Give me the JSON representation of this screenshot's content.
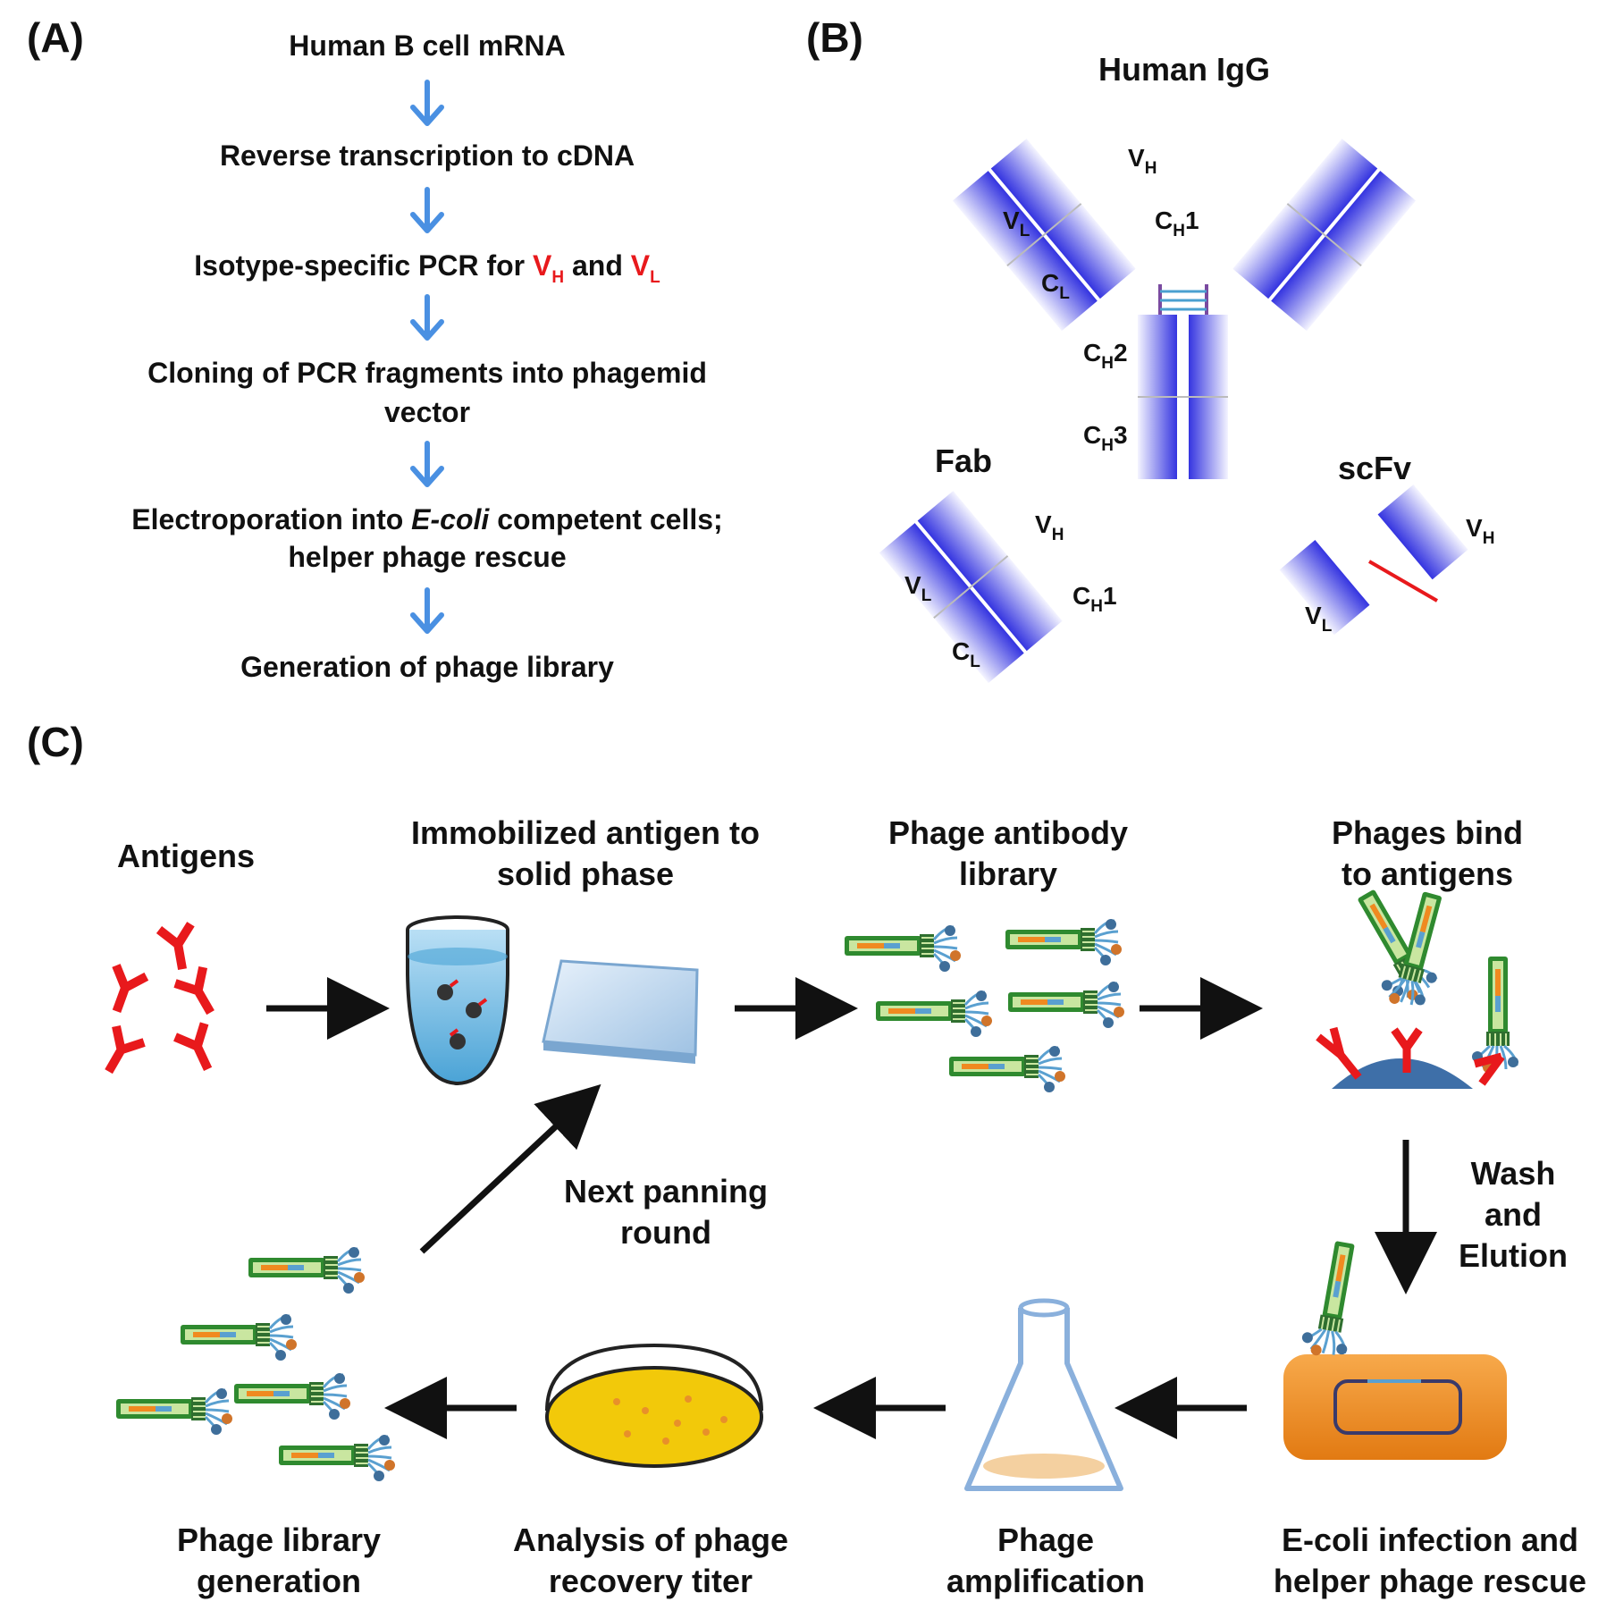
{
  "panels": {
    "a": "(A)",
    "b": "(B)",
    "c": "(C)"
  },
  "flow_a": {
    "step1": "Human B cell mRNA",
    "step2": "Reverse transcription to cDNA",
    "step3_prefix": "Isotype-specific PCR for ",
    "step3_vh": "V",
    "step3_vh_sub": "H",
    "step3_and": " and ",
    "step3_vl": "V",
    "step3_vl_sub": "L",
    "step4_line1": "Cloning of PCR fragments into phagemid",
    "step4_line2": "vector",
    "step5_line1_prefix": "Electroporation into ",
    "step5_line1_italic": "E-coli",
    "step5_line1_suffix": " competent cells;",
    "step5_line2": "helper phage rescue",
    "step6": "Generation of phage library",
    "arrow_color": "#4a90e2"
  },
  "panel_b": {
    "igg_title": "Human IgG",
    "fab_title": "Fab",
    "scfv_title": "scFv",
    "domains": {
      "v": "V",
      "c": "C",
      "h": "H",
      "l": "L",
      "one": "1",
      "two": "2",
      "three": "3"
    },
    "domain_color_dark": "#3a3ae0",
    "domain_color_light": "#ffffff",
    "linker_color": "#e8191c"
  },
  "panel_c": {
    "antigens": "Antigens",
    "immobilized_line1": "Immobilized antigen to",
    "immobilized_line2": "solid phase",
    "library_line1": "Phage antibody",
    "library_line2": "library",
    "bind_line1": "Phages bind",
    "bind_line2": "to antigens",
    "wash_line1": "Wash",
    "wash_line2": "and",
    "wash_line3": "Elution",
    "next_line1": "Next panning",
    "next_line2": "round",
    "gen_line1": "Phage library",
    "gen_line2": "generation",
    "analysis_line1": "Analysis of phage",
    "analysis_line2": "recovery titer",
    "amp_line1": "Phage",
    "amp_line2": "amplification",
    "ecoli_line1": "E-coli infection and",
    "ecoli_line2": "helper phage rescue",
    "antigen_color": "#e8191c",
    "phage_color": "#2f8a2f",
    "ecoli_color": "#f0902a"
  }
}
